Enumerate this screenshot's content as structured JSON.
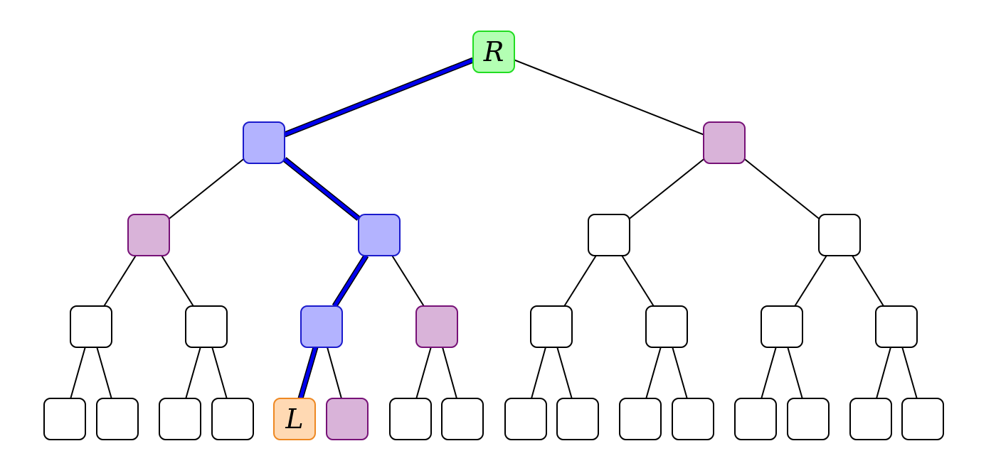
{
  "diagram": {
    "kind": "binary tree (Merkle proof path)",
    "colors": {
      "root_fill": "#b3ffb3",
      "root_stroke": "#22dd22",
      "leaf_fill": "#ffd9b3",
      "leaf_stroke": "#ee8822",
      "path_fill": "#b3b3ff",
      "path_stroke": "#1a1acc",
      "sibling_fill": "#d9b3d9",
      "sibling_stroke": "#771177",
      "plain_fill": "#ffffff",
      "plain_stroke": "#000000",
      "path_edge": "#0000ee",
      "edge": "#000000"
    },
    "nodes": [
      {
        "id": "n0",
        "label": "R",
        "type": "root"
      },
      {
        "id": "n1",
        "label": "",
        "type": "path"
      },
      {
        "id": "n2",
        "label": "",
        "type": "sibling"
      },
      {
        "id": "n3",
        "label": "",
        "type": "sibling"
      },
      {
        "id": "n4",
        "label": "",
        "type": "path"
      },
      {
        "id": "n5",
        "label": "",
        "type": "plain"
      },
      {
        "id": "n6",
        "label": "",
        "type": "plain"
      },
      {
        "id": "n7",
        "label": "",
        "type": "plain"
      },
      {
        "id": "n8",
        "label": "",
        "type": "plain"
      },
      {
        "id": "n9",
        "label": "",
        "type": "path"
      },
      {
        "id": "n10",
        "label": "",
        "type": "sibling"
      },
      {
        "id": "n11",
        "label": "",
        "type": "plain"
      },
      {
        "id": "n12",
        "label": "",
        "type": "plain"
      },
      {
        "id": "n13",
        "label": "",
        "type": "plain"
      },
      {
        "id": "n14",
        "label": "",
        "type": "plain"
      },
      {
        "id": "n15",
        "label": "",
        "type": "plain"
      },
      {
        "id": "n16",
        "label": "",
        "type": "plain"
      },
      {
        "id": "n17",
        "label": "",
        "type": "plain"
      },
      {
        "id": "n18",
        "label": "",
        "type": "plain"
      },
      {
        "id": "n19",
        "label": "L",
        "type": "leaf"
      },
      {
        "id": "n20",
        "label": "",
        "type": "sibling"
      },
      {
        "id": "n21",
        "label": "",
        "type": "plain"
      },
      {
        "id": "n22",
        "label": "",
        "type": "plain"
      },
      {
        "id": "n23",
        "label": "",
        "type": "plain"
      },
      {
        "id": "n24",
        "label": "",
        "type": "plain"
      },
      {
        "id": "n25",
        "label": "",
        "type": "plain"
      },
      {
        "id": "n26",
        "label": "",
        "type": "plain"
      },
      {
        "id": "n27",
        "label": "",
        "type": "plain"
      },
      {
        "id": "n28",
        "label": "",
        "type": "plain"
      },
      {
        "id": "n29",
        "label": "",
        "type": "plain"
      },
      {
        "id": "n30",
        "label": "",
        "type": "plain"
      }
    ],
    "edges": [
      {
        "from": "n0",
        "to": "n1",
        "path": true
      },
      {
        "from": "n0",
        "to": "n2",
        "path": false
      },
      {
        "from": "n1",
        "to": "n3",
        "path": false
      },
      {
        "from": "n1",
        "to": "n4",
        "path": true
      },
      {
        "from": "n2",
        "to": "n5",
        "path": false
      },
      {
        "from": "n2",
        "to": "n6",
        "path": false
      },
      {
        "from": "n3",
        "to": "n7",
        "path": false
      },
      {
        "from": "n3",
        "to": "n8",
        "path": false
      },
      {
        "from": "n4",
        "to": "n9",
        "path": true
      },
      {
        "from": "n4",
        "to": "n10",
        "path": false
      },
      {
        "from": "n5",
        "to": "n11",
        "path": false
      },
      {
        "from": "n5",
        "to": "n12",
        "path": false
      },
      {
        "from": "n6",
        "to": "n13",
        "path": false
      },
      {
        "from": "n6",
        "to": "n14",
        "path": false
      },
      {
        "from": "n7",
        "to": "n15",
        "path": false
      },
      {
        "from": "n7",
        "to": "n16",
        "path": false
      },
      {
        "from": "n8",
        "to": "n17",
        "path": false
      },
      {
        "from": "n8",
        "to": "n18",
        "path": false
      },
      {
        "from": "n9",
        "to": "n19",
        "path": true
      },
      {
        "from": "n9",
        "to": "n20",
        "path": false
      },
      {
        "from": "n10",
        "to": "n21",
        "path": false
      },
      {
        "from": "n10",
        "to": "n22",
        "path": false
      },
      {
        "from": "n11",
        "to": "n23",
        "path": false
      },
      {
        "from": "n11",
        "to": "n24",
        "path": false
      },
      {
        "from": "n12",
        "to": "n25",
        "path": false
      },
      {
        "from": "n12",
        "to": "n26",
        "path": false
      },
      {
        "from": "n13",
        "to": "n27",
        "path": false
      },
      {
        "from": "n13",
        "to": "n28",
        "path": false
      },
      {
        "from": "n14",
        "to": "n29",
        "path": false
      },
      {
        "from": "n14",
        "to": "n30",
        "path": false
      }
    ]
  }
}
